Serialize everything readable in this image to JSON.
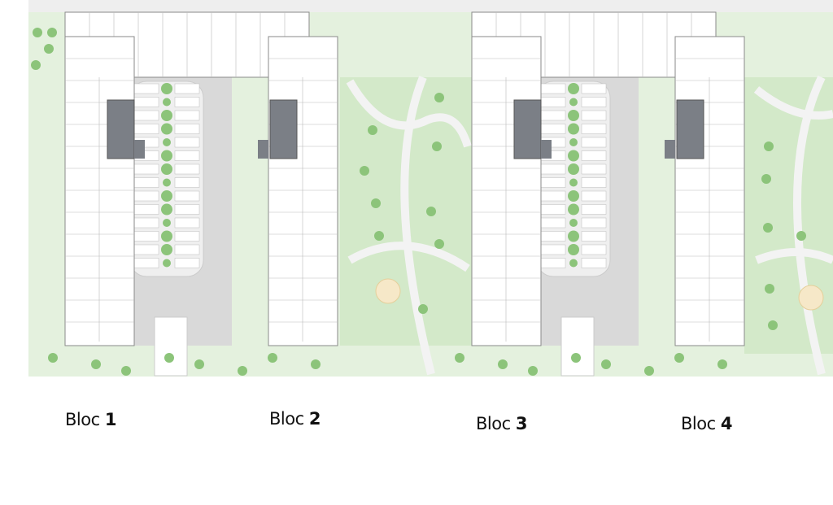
{
  "title": "Site plan",
  "blocks": [
    {
      "word": "Bloc",
      "number": "1"
    },
    {
      "word": "Bloc",
      "number": "2"
    },
    {
      "word": "Bloc",
      "number": "3"
    },
    {
      "word": "Bloc",
      "number": "4"
    }
  ],
  "colors": {
    "green_area": "#e4f1de",
    "lawn": "#d3e9c9",
    "tree": "#8cc47a",
    "parking": "#d9d9d9",
    "building": "#ffffff",
    "core": "#7b7f86",
    "wall": "#8a8a8a",
    "path": "#f3f3f3"
  }
}
